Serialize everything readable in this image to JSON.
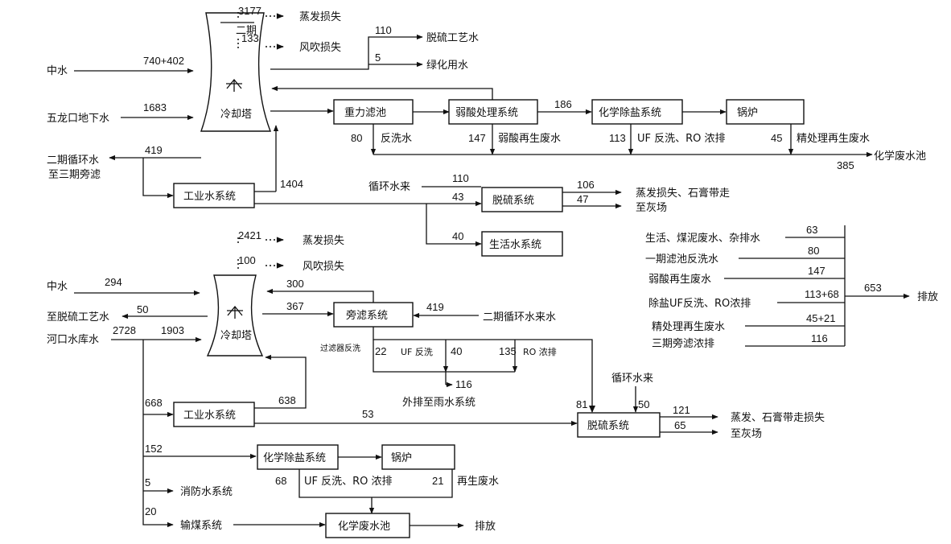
{
  "phase2": {
    "tower": {
      "title": "二期",
      "label": "冷却塔"
    },
    "inputs": {
      "reclaimed": {
        "label": "中水",
        "value": "740+402"
      },
      "groundwater": {
        "label": "五龙口地下水",
        "value": "1683"
      },
      "to_phase3": {
        "label_line1": "二期循环水",
        "label_line2": "至三期旁滤",
        "value": "419"
      }
    },
    "losses": {
      "evaporation": {
        "value": "3177",
        "label": "蒸发损失"
      },
      "wind": {
        "value": "133",
        "label": "风吹损失"
      }
    },
    "top_outputs": {
      "desulf_process": {
        "value": "110",
        "label": "脱硫工艺水"
      },
      "greening": {
        "value": "5",
        "label": "绿化用水"
      }
    },
    "boxes": {
      "gravity_filter": "重力滤池",
      "weak_acid": "弱酸处理系统",
      "demin": "化学除盐系统",
      "boiler": "锅炉",
      "industrial": "工业水系统",
      "desulf": "脱硫系统",
      "domestic": "生活水系统"
    },
    "flows": {
      "weak_to_demin": "186",
      "backwash": {
        "value": "80",
        "label": "反洗水"
      },
      "weak_regen": {
        "value": "147",
        "label": "弱酸再生废水"
      },
      "uf_ro": {
        "value": "113",
        "label": "UF 反洗、RO 浓排"
      },
      "polish_regen": {
        "value": "45",
        "label": "精处理再生废水"
      },
      "to_pool": {
        "value": "385",
        "label": "化学废水池"
      },
      "industrial_in": "1404",
      "circ_in": {
        "label": "循环水来",
        "value": "110"
      },
      "desulf_in": "43",
      "domestic_in": "40",
      "desulf_out_loss": {
        "value": "106",
        "label": "蒸发损失、石膏带走"
      },
      "desulf_out_ash": {
        "value": "47",
        "label": "至灰场"
      }
    }
  },
  "discharge": {
    "items": [
      {
        "label": "生活、煤泥废水、杂排水",
        "value": "63"
      },
      {
        "label": "一期滤池反洗水",
        "value": "80"
      },
      {
        "label": "弱酸再生废水",
        "value": "147"
      },
      {
        "label": "除盐UF反洗、RO浓排",
        "value": "113+68"
      },
      {
        "label": "精处理再生废水",
        "value": "45+21"
      },
      {
        "label": "三期旁滤浓排",
        "value": "116"
      }
    ],
    "total": "653",
    "label": "排放"
  },
  "phase3": {
    "tower": {
      "label": "冷却塔"
    },
    "inputs": {
      "reclaimed": {
        "label": "中水",
        "value": "294"
      },
      "desulf_process": {
        "label": "至脱硫工艺水",
        "value": "50"
      },
      "reservoir": {
        "label": "河口水库水",
        "value": "2728",
        "value_tower": "1903"
      }
    },
    "losses": {
      "evaporation": {
        "value": "2421",
        "label": "蒸发损失"
      },
      "wind": {
        "value": "100",
        "label": "风吹损失"
      }
    },
    "boxes": {
      "side_filter": "旁滤系统",
      "industrial": "工业水系统",
      "desulf": "脱硫系统",
      "demin": "化学除盐系统",
      "boiler": "锅炉",
      "pool": "化学废水池"
    },
    "flows": {
      "return": "300",
      "tower_to_filter": "367",
      "phase2_circ": {
        "value": "419",
        "label": "二期循环水来水"
      },
      "filter_backwash": {
        "value": "22",
        "label": "过滤器反洗"
      },
      "uf_backwash": {
        "value": "40",
        "label": "UF 反洗"
      },
      "ro": {
        "value": "135",
        "label": "RO 浓排"
      },
      "to_rain": {
        "value": "116",
        "label": "外排至雨水系统"
      },
      "industrial_in": "668",
      "industrial_out": "638",
      "to_desulf": "53",
      "ro_to_desulf": "81",
      "circ_in": {
        "label": "循环水来",
        "value": "50"
      },
      "desulf_out_loss": {
        "value": "121",
        "label": "蒸发、石膏带走损失"
      },
      "desulf_out_ash": {
        "value": "65",
        "label": "至灰场"
      },
      "demin_in": "152",
      "fire": {
        "value": "5",
        "label": "消防水系统"
      },
      "coal": {
        "value": "20",
        "label": "输煤系统"
      },
      "demin_waste": {
        "value": "68",
        "label": "UF 反洗、RO 浓排"
      },
      "regen": {
        "value": "21",
        "label": "再生废水"
      },
      "drain": {
        "label": "排放"
      }
    }
  }
}
